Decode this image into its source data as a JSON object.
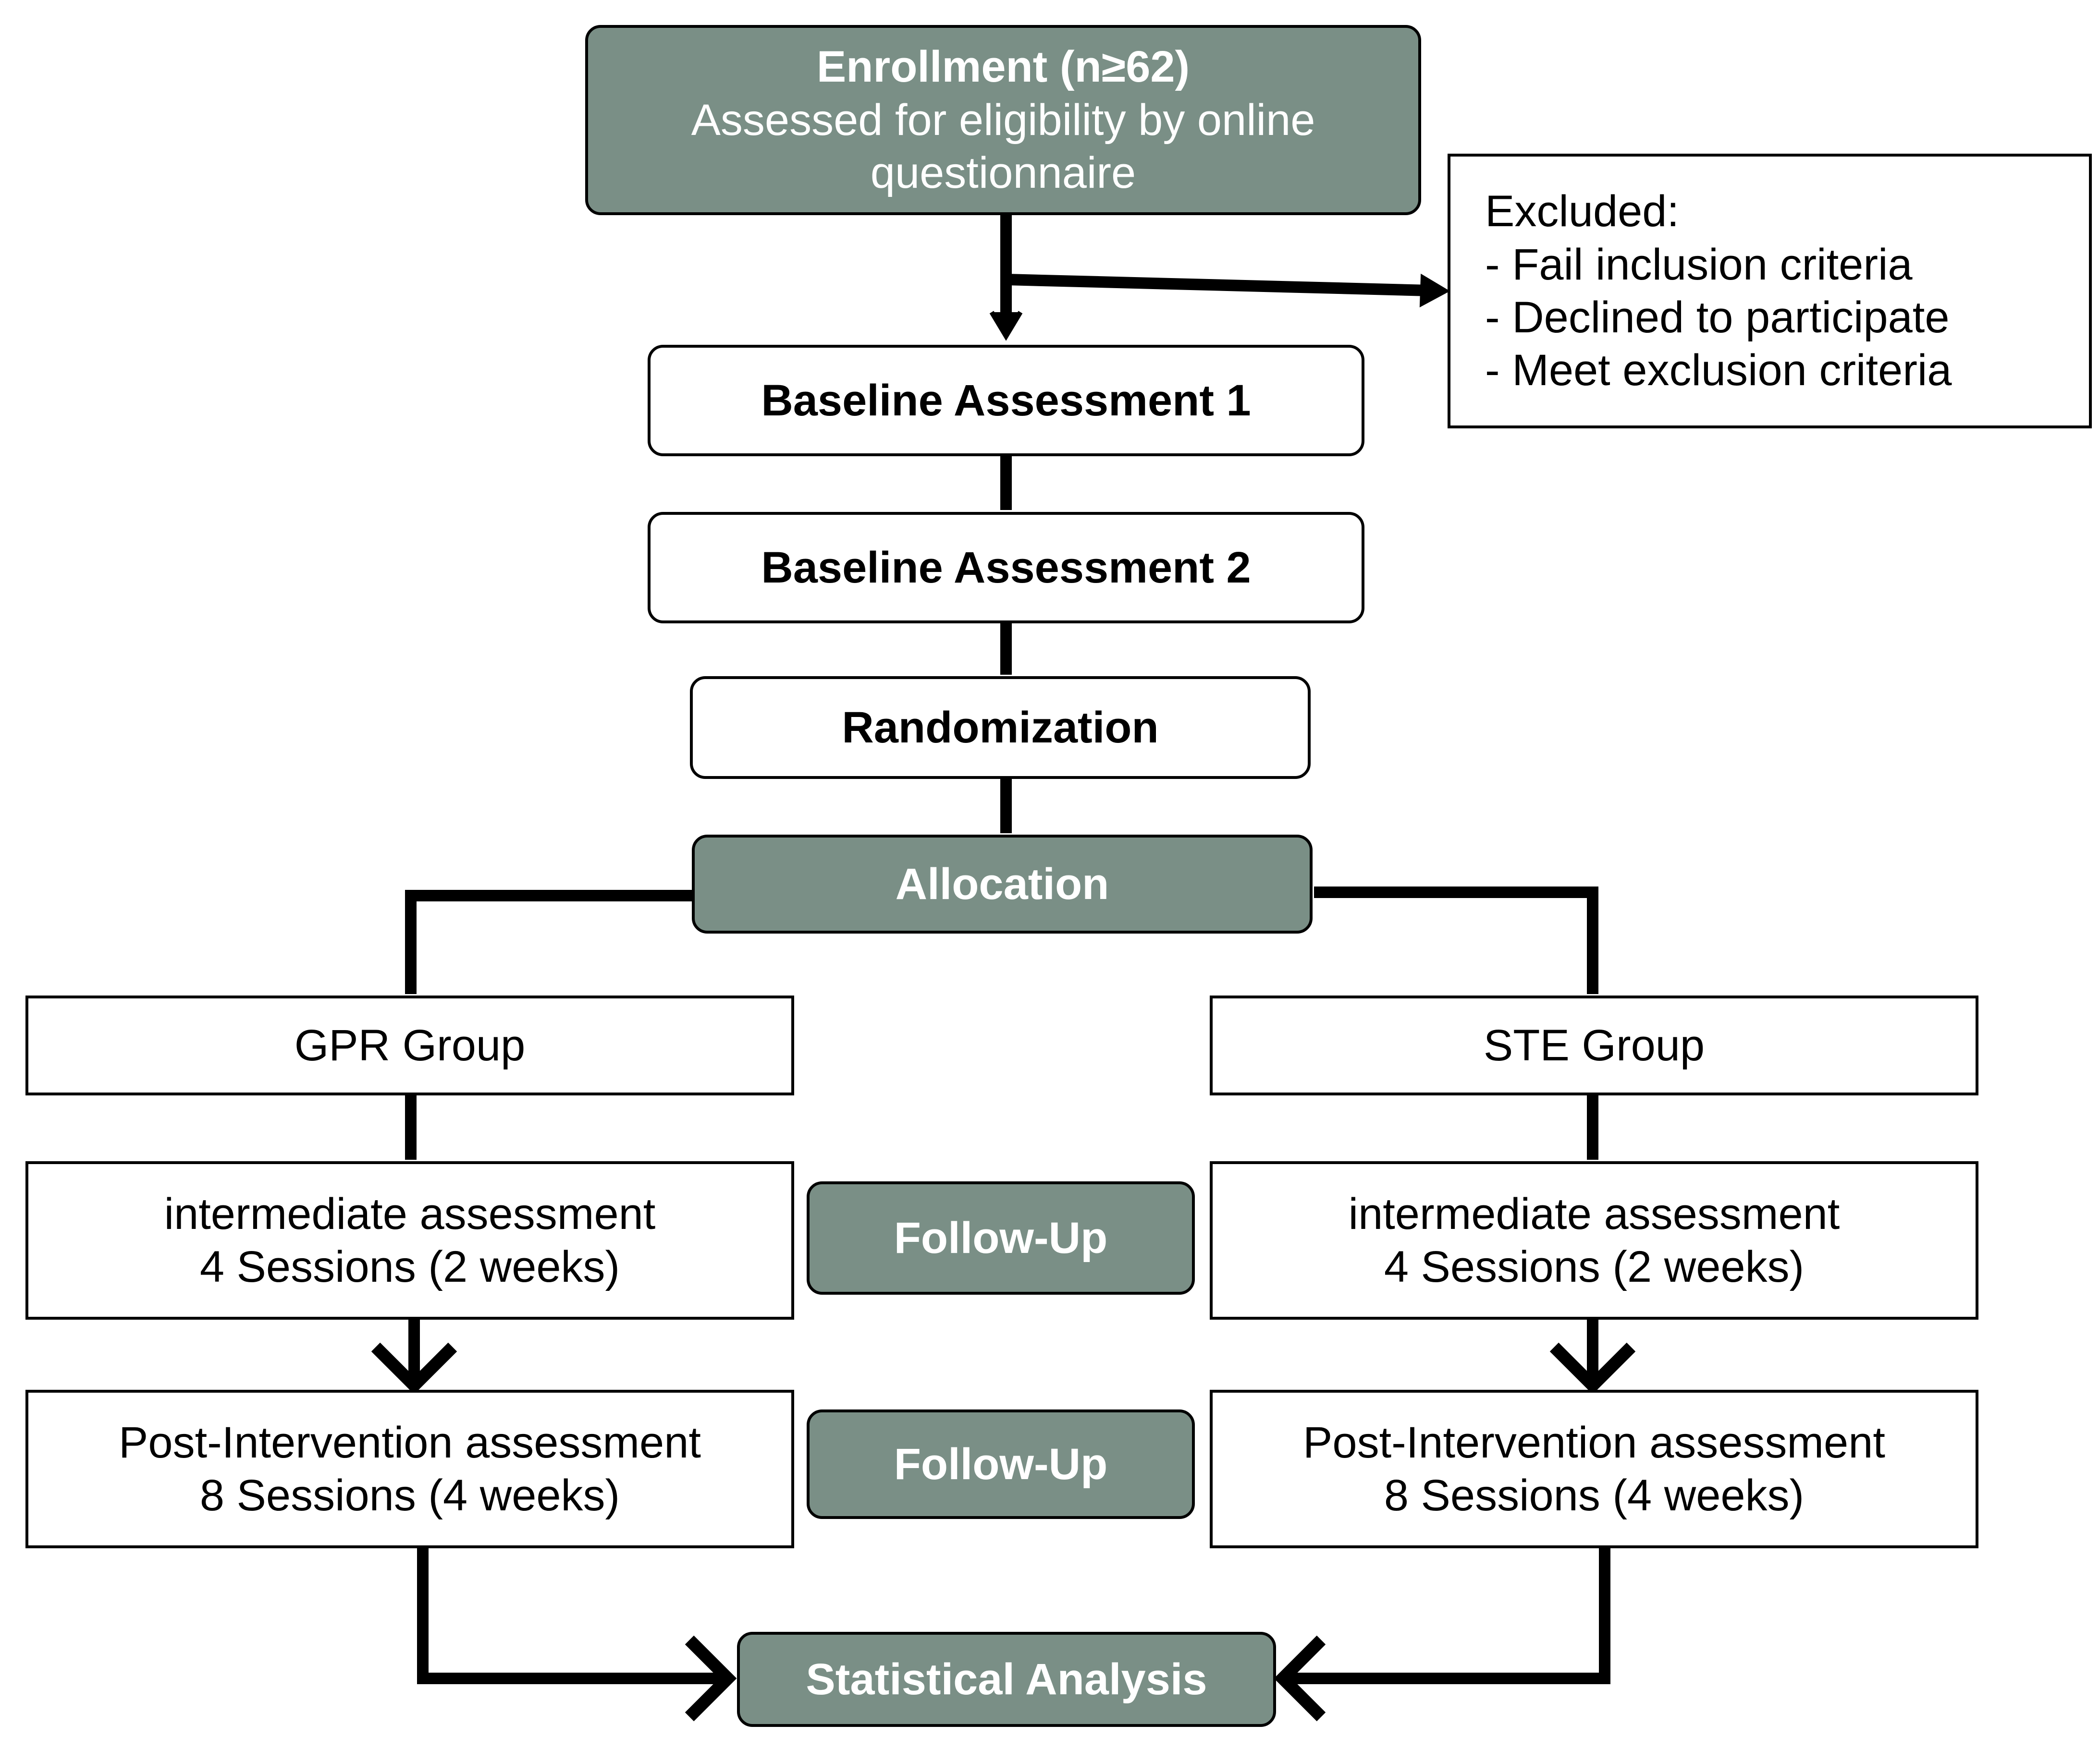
{
  "colors": {
    "filled_box": "#7a8f86",
    "line": "#000000",
    "box_border": "#000000",
    "background": "#ffffff"
  },
  "enrollment": {
    "title": "Enrollment (n≥62)",
    "line1": "Assessed for eligibility by online",
    "line2": "questionnaire"
  },
  "excluded": {
    "heading": "Excluded:",
    "items": [
      "- Fail inclusion criteria",
      "- Declined to participate",
      "- Meet exclusion criteria"
    ]
  },
  "baseline1": "Baseline Assessment 1",
  "baseline2": "Baseline Assessment 2",
  "randomization": "Randomization",
  "allocation": "Allocation",
  "groups": {
    "left": {
      "name": "GPR Group",
      "intermediate_line1": "intermediate assessment",
      "intermediate_line2": "4 Sessions (2 weeks)",
      "post_line1": "Post-Intervention assessment",
      "post_line2": "8 Sessions (4 weeks)"
    },
    "right": {
      "name": "STE Group",
      "intermediate_line1": "intermediate assessment",
      "intermediate_line2": "4 Sessions (2 weeks)",
      "post_line1": "Post-Intervention assessment",
      "post_line2": "8 Sessions (4 weeks)"
    }
  },
  "follow_up_1": "Follow-Up",
  "follow_up_2": "Follow-Up",
  "statistical_analysis": "Statistical Analysis"
}
